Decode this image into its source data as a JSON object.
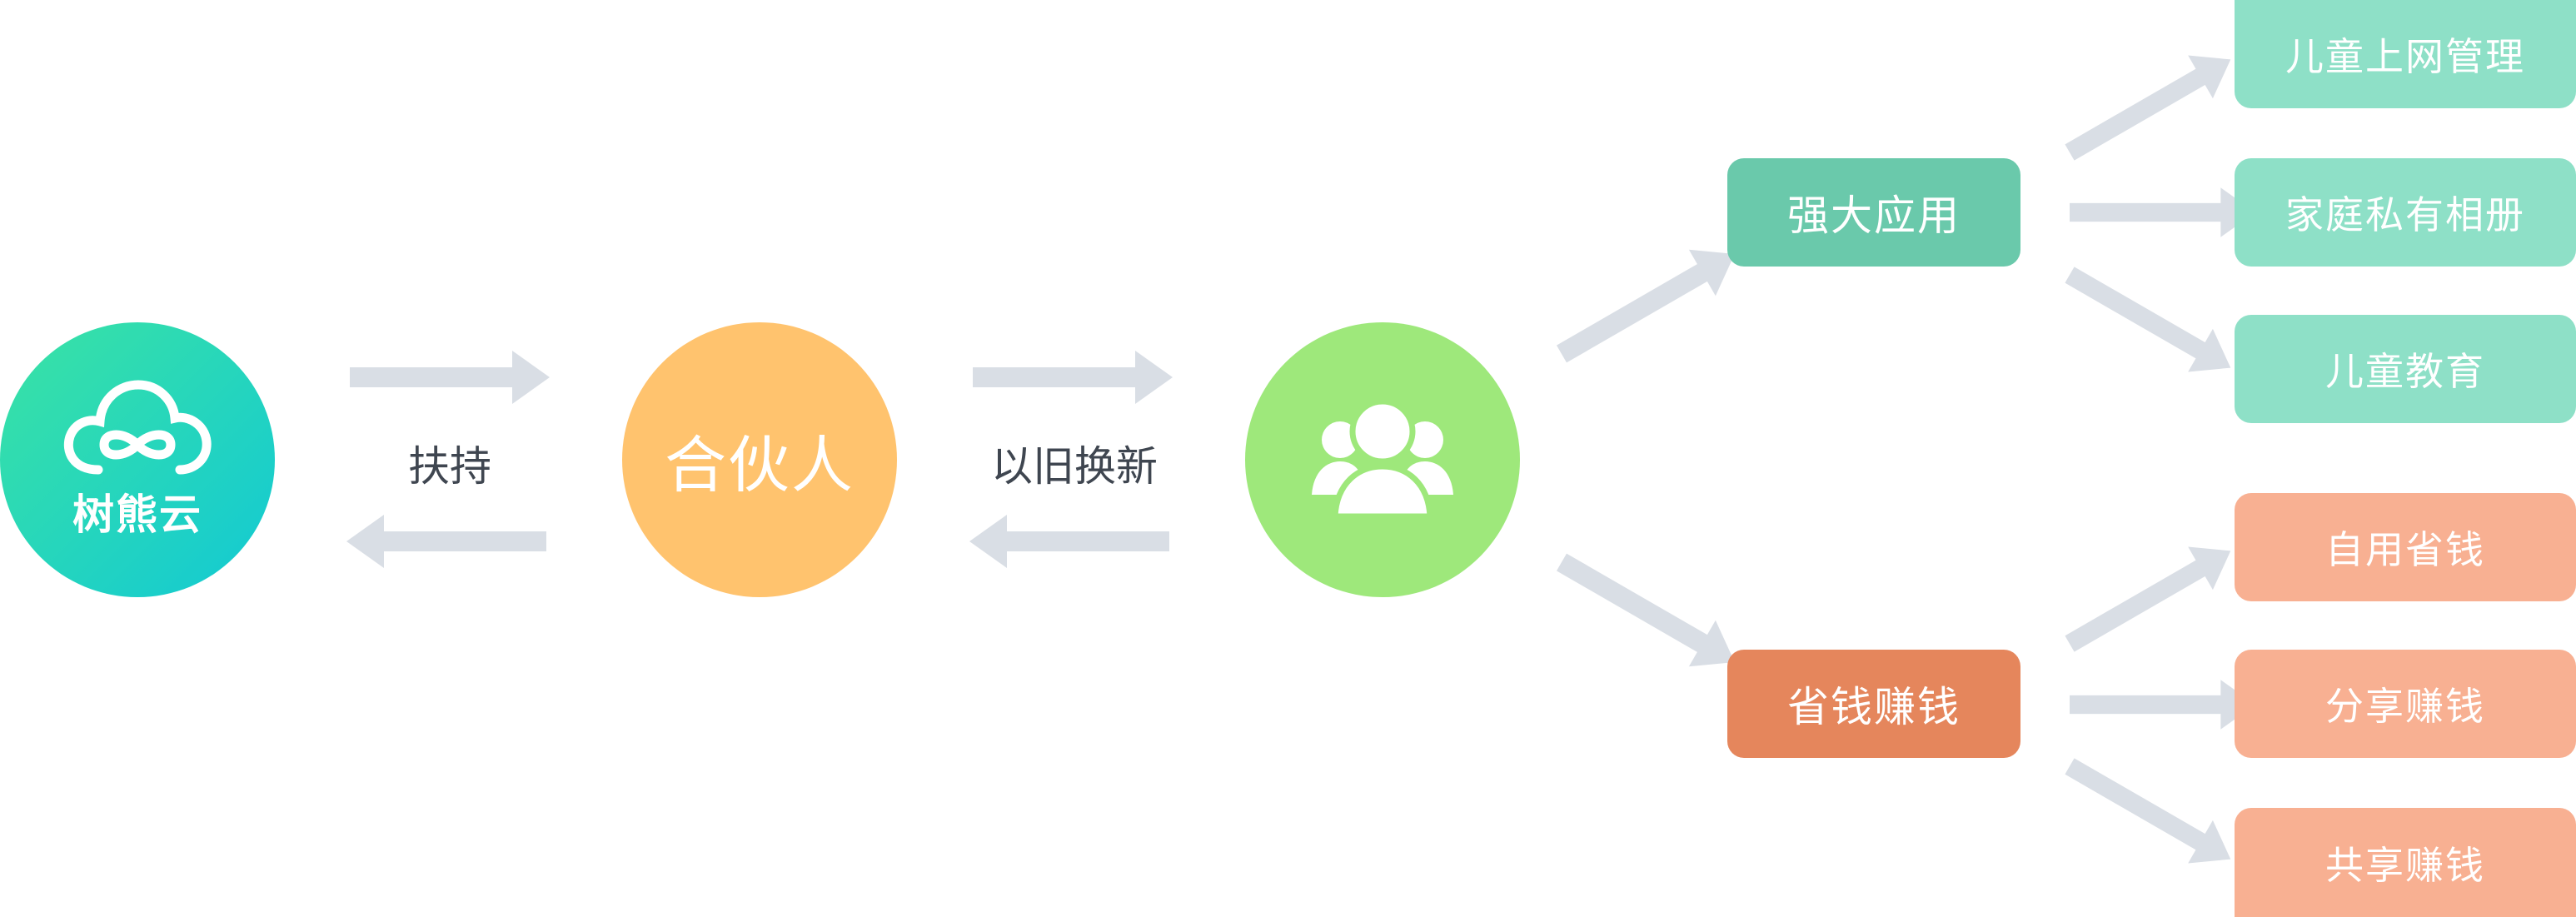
{
  "brand": {
    "name": "树熊云"
  },
  "nodes": {
    "partner": "合伙人",
    "users_icon": "users-icon"
  },
  "links": {
    "brand_partner": "扶持",
    "partner_users": "以旧换新"
  },
  "categories": {
    "apps": {
      "label": "强大应用",
      "items": [
        "儿童上网管理",
        "家庭私有相册",
        "儿童教育"
      ]
    },
    "money": {
      "label": "省钱赚钱",
      "items": [
        "自用省钱",
        "分享赚钱",
        "共享赚钱"
      ]
    }
  },
  "colors": {
    "brand_gradient_start": "#3be3a3",
    "brand_gradient_end": "#1ccfcf",
    "partner": "#ffc36e",
    "users": "#9ee87b",
    "apps_dark": "#6ac9ab",
    "apps_light": "#8ee0c7",
    "money_dark": "#e5865c",
    "money_light": "#f8b092",
    "arrow": "#d9dee5"
  }
}
